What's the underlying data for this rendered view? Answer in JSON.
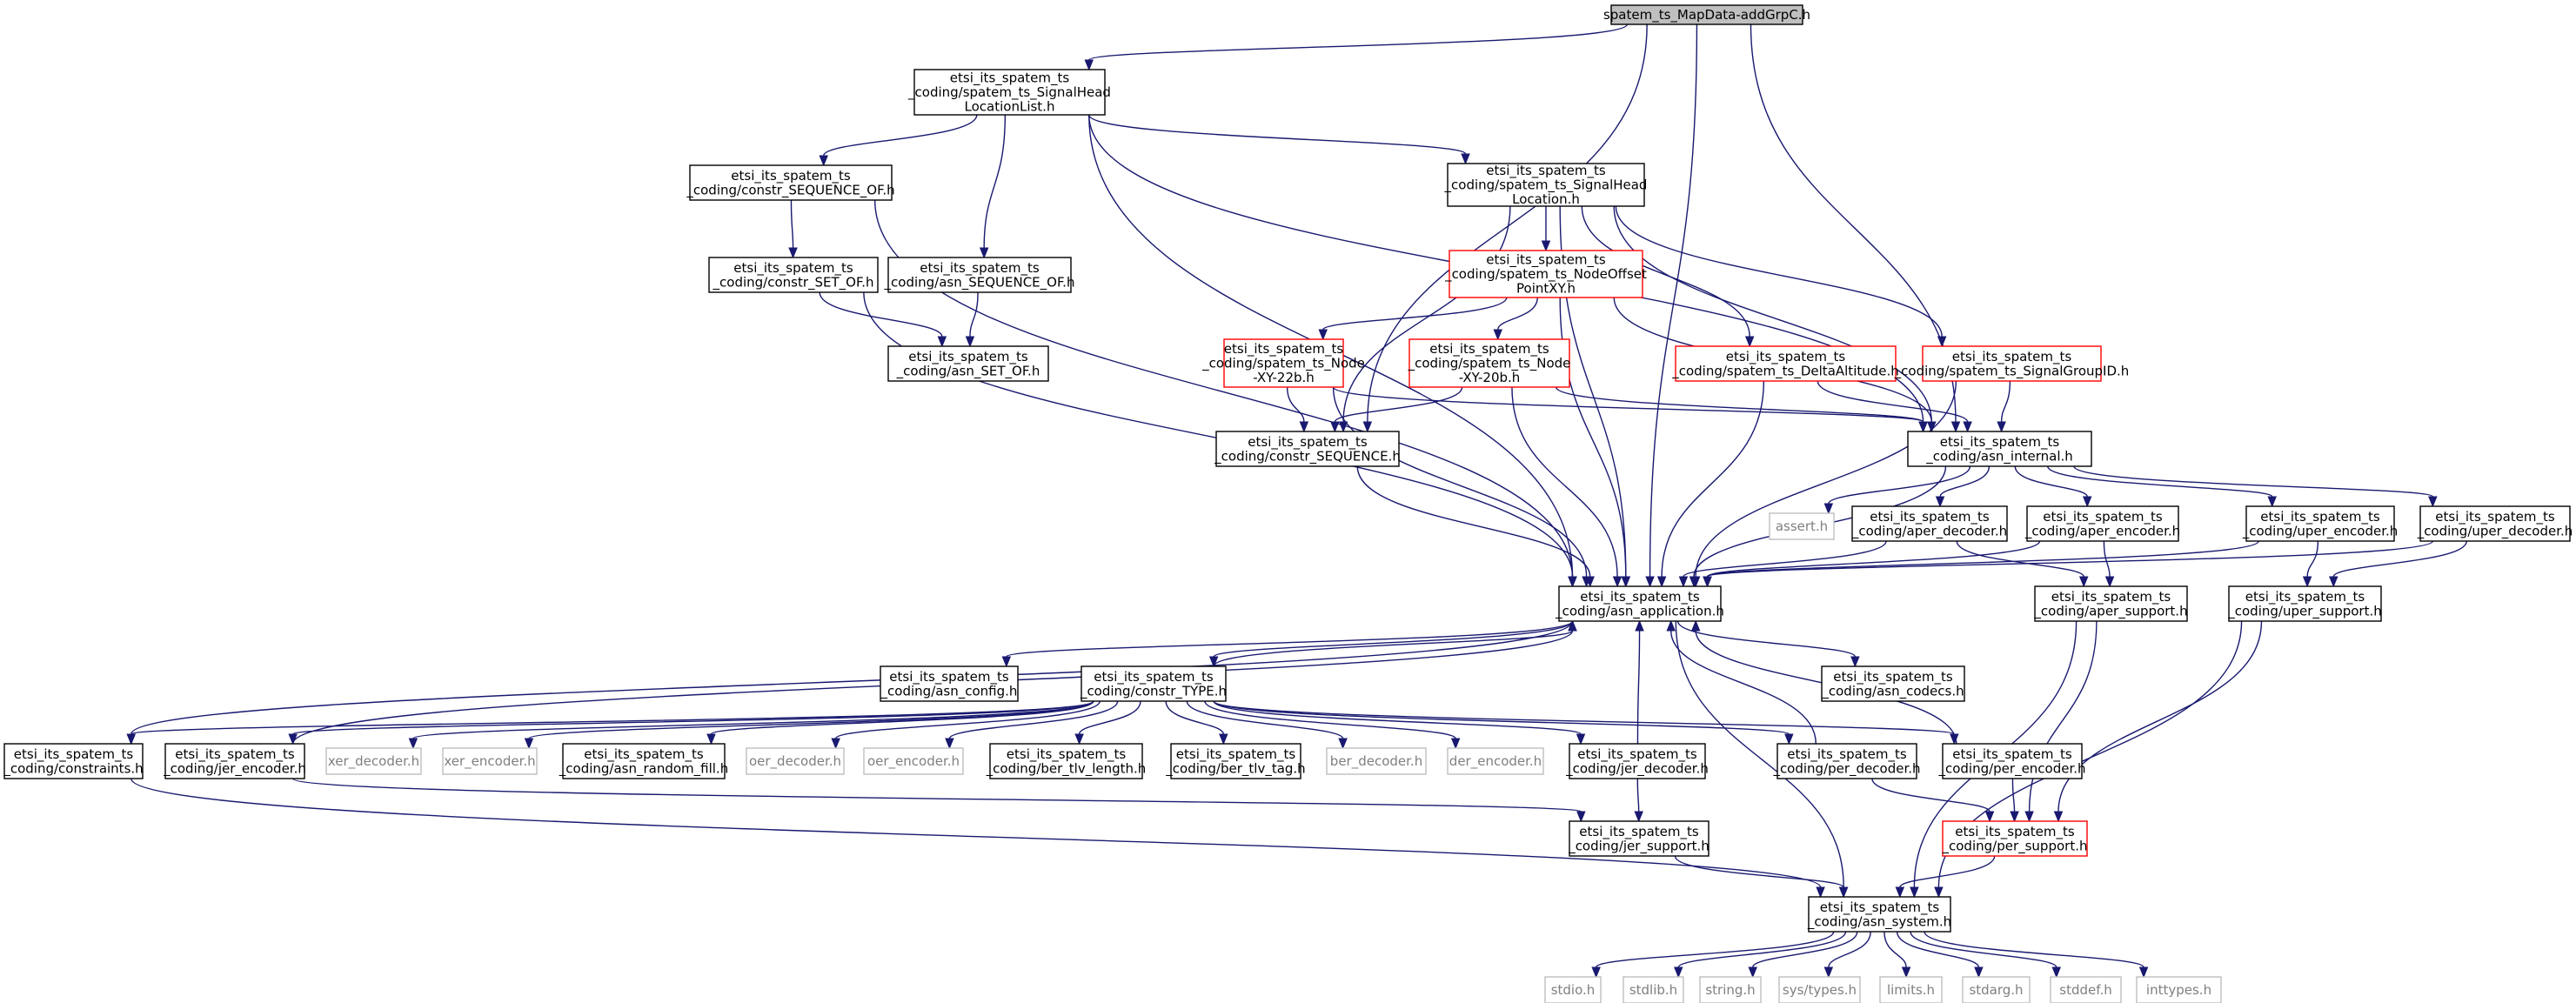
{
  "colors": {
    "edge": "#191970",
    "box_border": "#000000",
    "red_border": "#ff0000",
    "gray_border": "#bfbfbf",
    "root_fill": "#bfbfbf",
    "gray_text": "#7f7f7f"
  },
  "nodes": [
    {
      "id": "root",
      "lines": [
        "spatem_ts_MapData-addGrpC.h"
      ],
      "style": "root"
    },
    {
      "id": "shll",
      "lines": [
        "etsi_its_spatem_ts",
        "_coding/spatem_ts_SignalHead",
        "LocationList.h"
      ],
      "style": "normal"
    },
    {
      "id": "cseqof",
      "lines": [
        "etsi_its_spatem_ts",
        "_coding/constr_SEQUENCE_OF.h"
      ],
      "style": "normal"
    },
    {
      "id": "shl",
      "lines": [
        "etsi_its_spatem_ts",
        "_coding/spatem_ts_SignalHead",
        "Location.h"
      ],
      "style": "normal"
    },
    {
      "id": "csetof",
      "lines": [
        "etsi_its_spatem_ts",
        "_coding/constr_SET_OF.h"
      ],
      "style": "normal"
    },
    {
      "id": "aseqof",
      "lines": [
        "etsi_its_spatem_ts",
        "_coding/asn_SEQUENCE_OF.h"
      ],
      "style": "normal"
    },
    {
      "id": "nopxy",
      "lines": [
        "etsi_its_spatem_ts",
        "_coding/spatem_ts_NodeOffset",
        "PointXY.h"
      ],
      "style": "red"
    },
    {
      "id": "asetof",
      "lines": [
        "etsi_its_spatem_ts",
        "_coding/asn_SET_OF.h"
      ],
      "style": "normal"
    },
    {
      "id": "n22b",
      "lines": [
        "etsi_its_spatem_ts",
        "_coding/spatem_ts_Node",
        "-XY-22b.h"
      ],
      "style": "red"
    },
    {
      "id": "n20b",
      "lines": [
        "etsi_its_spatem_ts",
        "_coding/spatem_ts_Node",
        "-XY-20b.h"
      ],
      "style": "red"
    },
    {
      "id": "dalt",
      "lines": [
        "etsi_its_spatem_ts",
        "_coding/spatem_ts_DeltaAltitude.h"
      ],
      "style": "red"
    },
    {
      "id": "sgid",
      "lines": [
        "etsi_its_spatem_ts",
        "_coding/spatem_ts_SignalGroupID.h"
      ],
      "style": "red"
    },
    {
      "id": "cseq",
      "lines": [
        "etsi_its_spatem_ts",
        "_coding/constr_SEQUENCE.h"
      ],
      "style": "normal"
    },
    {
      "id": "aint",
      "lines": [
        "etsi_its_spatem_ts",
        "_coding/asn_internal.h"
      ],
      "style": "normal"
    },
    {
      "id": "assert",
      "lines": [
        "assert.h"
      ],
      "style": "gray"
    },
    {
      "id": "aperdec",
      "lines": [
        "etsi_its_spatem_ts",
        "_coding/aper_decoder.h"
      ],
      "style": "normal"
    },
    {
      "id": "aperenc",
      "lines": [
        "etsi_its_spatem_ts",
        "_coding/aper_encoder.h"
      ],
      "style": "normal"
    },
    {
      "id": "uperenc",
      "lines": [
        "etsi_its_spatem_ts",
        "_coding/uper_encoder.h"
      ],
      "style": "normal"
    },
    {
      "id": "uperdec",
      "lines": [
        "etsi_its_spatem_ts",
        "_coding/uper_decoder.h"
      ],
      "style": "normal"
    },
    {
      "id": "aapp",
      "lines": [
        "etsi_its_spatem_ts",
        "_coding/asn_application.h"
      ],
      "style": "normal"
    },
    {
      "id": "apersup",
      "lines": [
        "etsi_its_spatem_ts",
        "_coding/aper_support.h"
      ],
      "style": "normal"
    },
    {
      "id": "upersup",
      "lines": [
        "etsi_its_spatem_ts",
        "_coding/uper_support.h"
      ],
      "style": "normal"
    },
    {
      "id": "aconf",
      "lines": [
        "etsi_its_spatem_ts",
        "_coding/asn_config.h"
      ],
      "style": "normal"
    },
    {
      "id": "ctype",
      "lines": [
        "etsi_its_spatem_ts",
        "_coding/constr_TYPE.h"
      ],
      "style": "normal"
    },
    {
      "id": "acodecs",
      "lines": [
        "etsi_its_spatem_ts",
        "_coding/asn_codecs.h"
      ],
      "style": "normal"
    },
    {
      "id": "constr",
      "lines": [
        "etsi_its_spatem_ts",
        "_coding/constraints.h"
      ],
      "style": "normal"
    },
    {
      "id": "jerenc",
      "lines": [
        "etsi_its_spatem_ts",
        "_coding/jer_encoder.h"
      ],
      "style": "normal"
    },
    {
      "id": "xerdec",
      "lines": [
        "xer_decoder.h"
      ],
      "style": "gray"
    },
    {
      "id": "xerenc",
      "lines": [
        "xer_encoder.h"
      ],
      "style": "gray"
    },
    {
      "id": "arf",
      "lines": [
        "etsi_its_spatem_ts",
        "_coding/asn_random_fill.h"
      ],
      "style": "normal"
    },
    {
      "id": "oerdec",
      "lines": [
        "oer_decoder.h"
      ],
      "style": "gray"
    },
    {
      "id": "oerenc",
      "lines": [
        "oer_encoder.h"
      ],
      "style": "gray"
    },
    {
      "id": "btlvl",
      "lines": [
        "etsi_its_spatem_ts",
        "_coding/ber_tlv_length.h"
      ],
      "style": "normal"
    },
    {
      "id": "btlvt",
      "lines": [
        "etsi_its_spatem_ts",
        "_coding/ber_tlv_tag.h"
      ],
      "style": "normal"
    },
    {
      "id": "berdec",
      "lines": [
        "ber_decoder.h"
      ],
      "style": "gray"
    },
    {
      "id": "derenc",
      "lines": [
        "der_encoder.h"
      ],
      "style": "gray"
    },
    {
      "id": "jerdec",
      "lines": [
        "etsi_its_spatem_ts",
        "_coding/jer_decoder.h"
      ],
      "style": "normal"
    },
    {
      "id": "perdec",
      "lines": [
        "etsi_its_spatem_ts",
        "_coding/per_decoder.h"
      ],
      "style": "normal"
    },
    {
      "id": "perenc",
      "lines": [
        "etsi_its_spatem_ts",
        "_coding/per_encoder.h"
      ],
      "style": "normal"
    },
    {
      "id": "jersup",
      "lines": [
        "etsi_its_spatem_ts",
        "_coding/jer_support.h"
      ],
      "style": "normal"
    },
    {
      "id": "persup",
      "lines": [
        "etsi_its_spatem_ts",
        "_coding/per_support.h"
      ],
      "style": "red"
    },
    {
      "id": "asys",
      "lines": [
        "etsi_its_spatem_ts",
        "_coding/asn_system.h"
      ],
      "style": "normal"
    },
    {
      "id": "stdio",
      "lines": [
        "stdio.h"
      ],
      "style": "gray"
    },
    {
      "id": "stdlib",
      "lines": [
        "stdlib.h"
      ],
      "style": "gray"
    },
    {
      "id": "string",
      "lines": [
        "string.h"
      ],
      "style": "gray"
    },
    {
      "id": "systypes",
      "lines": [
        "sys/types.h"
      ],
      "style": "gray"
    },
    {
      "id": "limits",
      "lines": [
        "limits.h"
      ],
      "style": "gray"
    },
    {
      "id": "stdarg",
      "lines": [
        "stdarg.h"
      ],
      "style": "gray"
    },
    {
      "id": "stddef",
      "lines": [
        "stddef.h"
      ],
      "style": "gray"
    },
    {
      "id": "inttypes",
      "lines": [
        "inttypes.h"
      ],
      "style": "gray"
    }
  ],
  "edges": [
    [
      "root",
      "shll"
    ],
    [
      "root",
      "cseq"
    ],
    [
      "root",
      "aint"
    ],
    [
      "root",
      "aapp"
    ],
    [
      "shll",
      "cseqof"
    ],
    [
      "shll",
      "aseqof"
    ],
    [
      "shll",
      "shl"
    ],
    [
      "shll",
      "aapp"
    ],
    [
      "shll",
      "aint"
    ],
    [
      "cseqof",
      "csetof"
    ],
    [
      "cseqof",
      "aapp"
    ],
    [
      "csetof",
      "asetof"
    ],
    [
      "csetof",
      "aapp"
    ],
    [
      "aseqof",
      "asetof"
    ],
    [
      "shl",
      "nopxy"
    ],
    [
      "shl",
      "dalt"
    ],
    [
      "shl",
      "sgid"
    ],
    [
      "shl",
      "cseq"
    ],
    [
      "shl",
      "aapp"
    ],
    [
      "shl",
      "aint"
    ],
    [
      "nopxy",
      "n22b"
    ],
    [
      "nopxy",
      "n20b"
    ],
    [
      "nopxy",
      "aapp"
    ],
    [
      "nopxy",
      "aint"
    ],
    [
      "n22b",
      "cseq"
    ],
    [
      "n22b",
      "aint"
    ],
    [
      "n22b",
      "aapp"
    ],
    [
      "n20b",
      "cseq"
    ],
    [
      "n20b",
      "aint"
    ],
    [
      "n20b",
      "aapp"
    ],
    [
      "dalt",
      "aint"
    ],
    [
      "dalt",
      "aapp"
    ],
    [
      "sgid",
      "aint"
    ],
    [
      "sgid",
      "aapp"
    ],
    [
      "cseq",
      "aapp"
    ],
    [
      "aint",
      "assert"
    ],
    [
      "aint",
      "aperdec"
    ],
    [
      "aint",
      "aperenc"
    ],
    [
      "aint",
      "uperenc"
    ],
    [
      "aint",
      "uperdec"
    ],
    [
      "aint",
      "aapp"
    ],
    [
      "aperdec",
      "aapp"
    ],
    [
      "aperdec",
      "apersup"
    ],
    [
      "aperenc",
      "aapp"
    ],
    [
      "aperenc",
      "apersup"
    ],
    [
      "uperenc",
      "aapp"
    ],
    [
      "uperenc",
      "upersup"
    ],
    [
      "uperdec",
      "aapp"
    ],
    [
      "uperdec",
      "upersup"
    ],
    [
      "apersup",
      "persup"
    ],
    [
      "apersup",
      "asys"
    ],
    [
      "upersup",
      "persup"
    ],
    [
      "upersup",
      "asys"
    ],
    [
      "aapp",
      "aconf"
    ],
    [
      "aapp",
      "ctype"
    ],
    [
      "aapp",
      "acodecs"
    ],
    [
      "aapp",
      "asys"
    ],
    [
      "aapp",
      "constr"
    ],
    [
      "ctype",
      "aapp"
    ],
    [
      "ctype",
      "constr"
    ],
    [
      "ctype",
      "jerenc"
    ],
    [
      "ctype",
      "xerdec"
    ],
    [
      "ctype",
      "xerenc"
    ],
    [
      "ctype",
      "arf"
    ],
    [
      "ctype",
      "oerdec"
    ],
    [
      "ctype",
      "oerenc"
    ],
    [
      "ctype",
      "btlvl"
    ],
    [
      "ctype",
      "btlvt"
    ],
    [
      "ctype",
      "berdec"
    ],
    [
      "ctype",
      "derenc"
    ],
    [
      "ctype",
      "jerdec"
    ],
    [
      "ctype",
      "perdec"
    ],
    [
      "ctype",
      "perenc"
    ],
    [
      "constr",
      "asys"
    ],
    [
      "jerenc",
      "aapp"
    ],
    [
      "jerenc",
      "jersup"
    ],
    [
      "jerdec",
      "aapp"
    ],
    [
      "jerdec",
      "jersup"
    ],
    [
      "perdec",
      "aapp"
    ],
    [
      "perdec",
      "persup"
    ],
    [
      "perenc",
      "aapp"
    ],
    [
      "perenc",
      "persup"
    ],
    [
      "jersup",
      "asys"
    ],
    [
      "persup",
      "asys"
    ],
    [
      "asys",
      "stdio"
    ],
    [
      "asys",
      "stdlib"
    ],
    [
      "asys",
      "string"
    ],
    [
      "asys",
      "systypes"
    ],
    [
      "asys",
      "limits"
    ],
    [
      "asys",
      "stdarg"
    ],
    [
      "asys",
      "stddef"
    ],
    [
      "asys",
      "inttypes"
    ]
  ]
}
